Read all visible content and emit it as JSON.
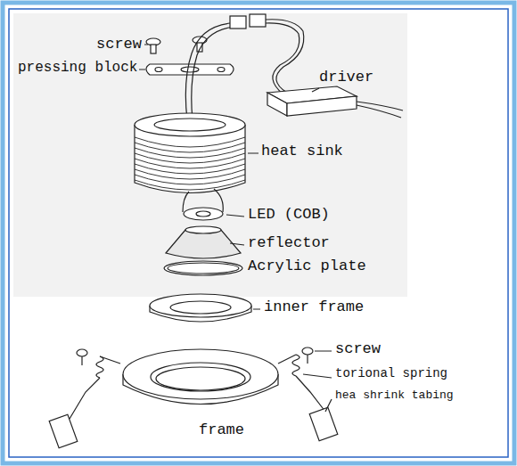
{
  "diagram": {
    "labels": [
      "screw",
      "pressing block",
      "driver",
      "heat sink",
      "LED (COB)",
      "reflector",
      "Acrylic plate",
      "inner frame",
      "screw",
      "torional spring",
      "hea shrink tabing",
      "frame"
    ]
  }
}
